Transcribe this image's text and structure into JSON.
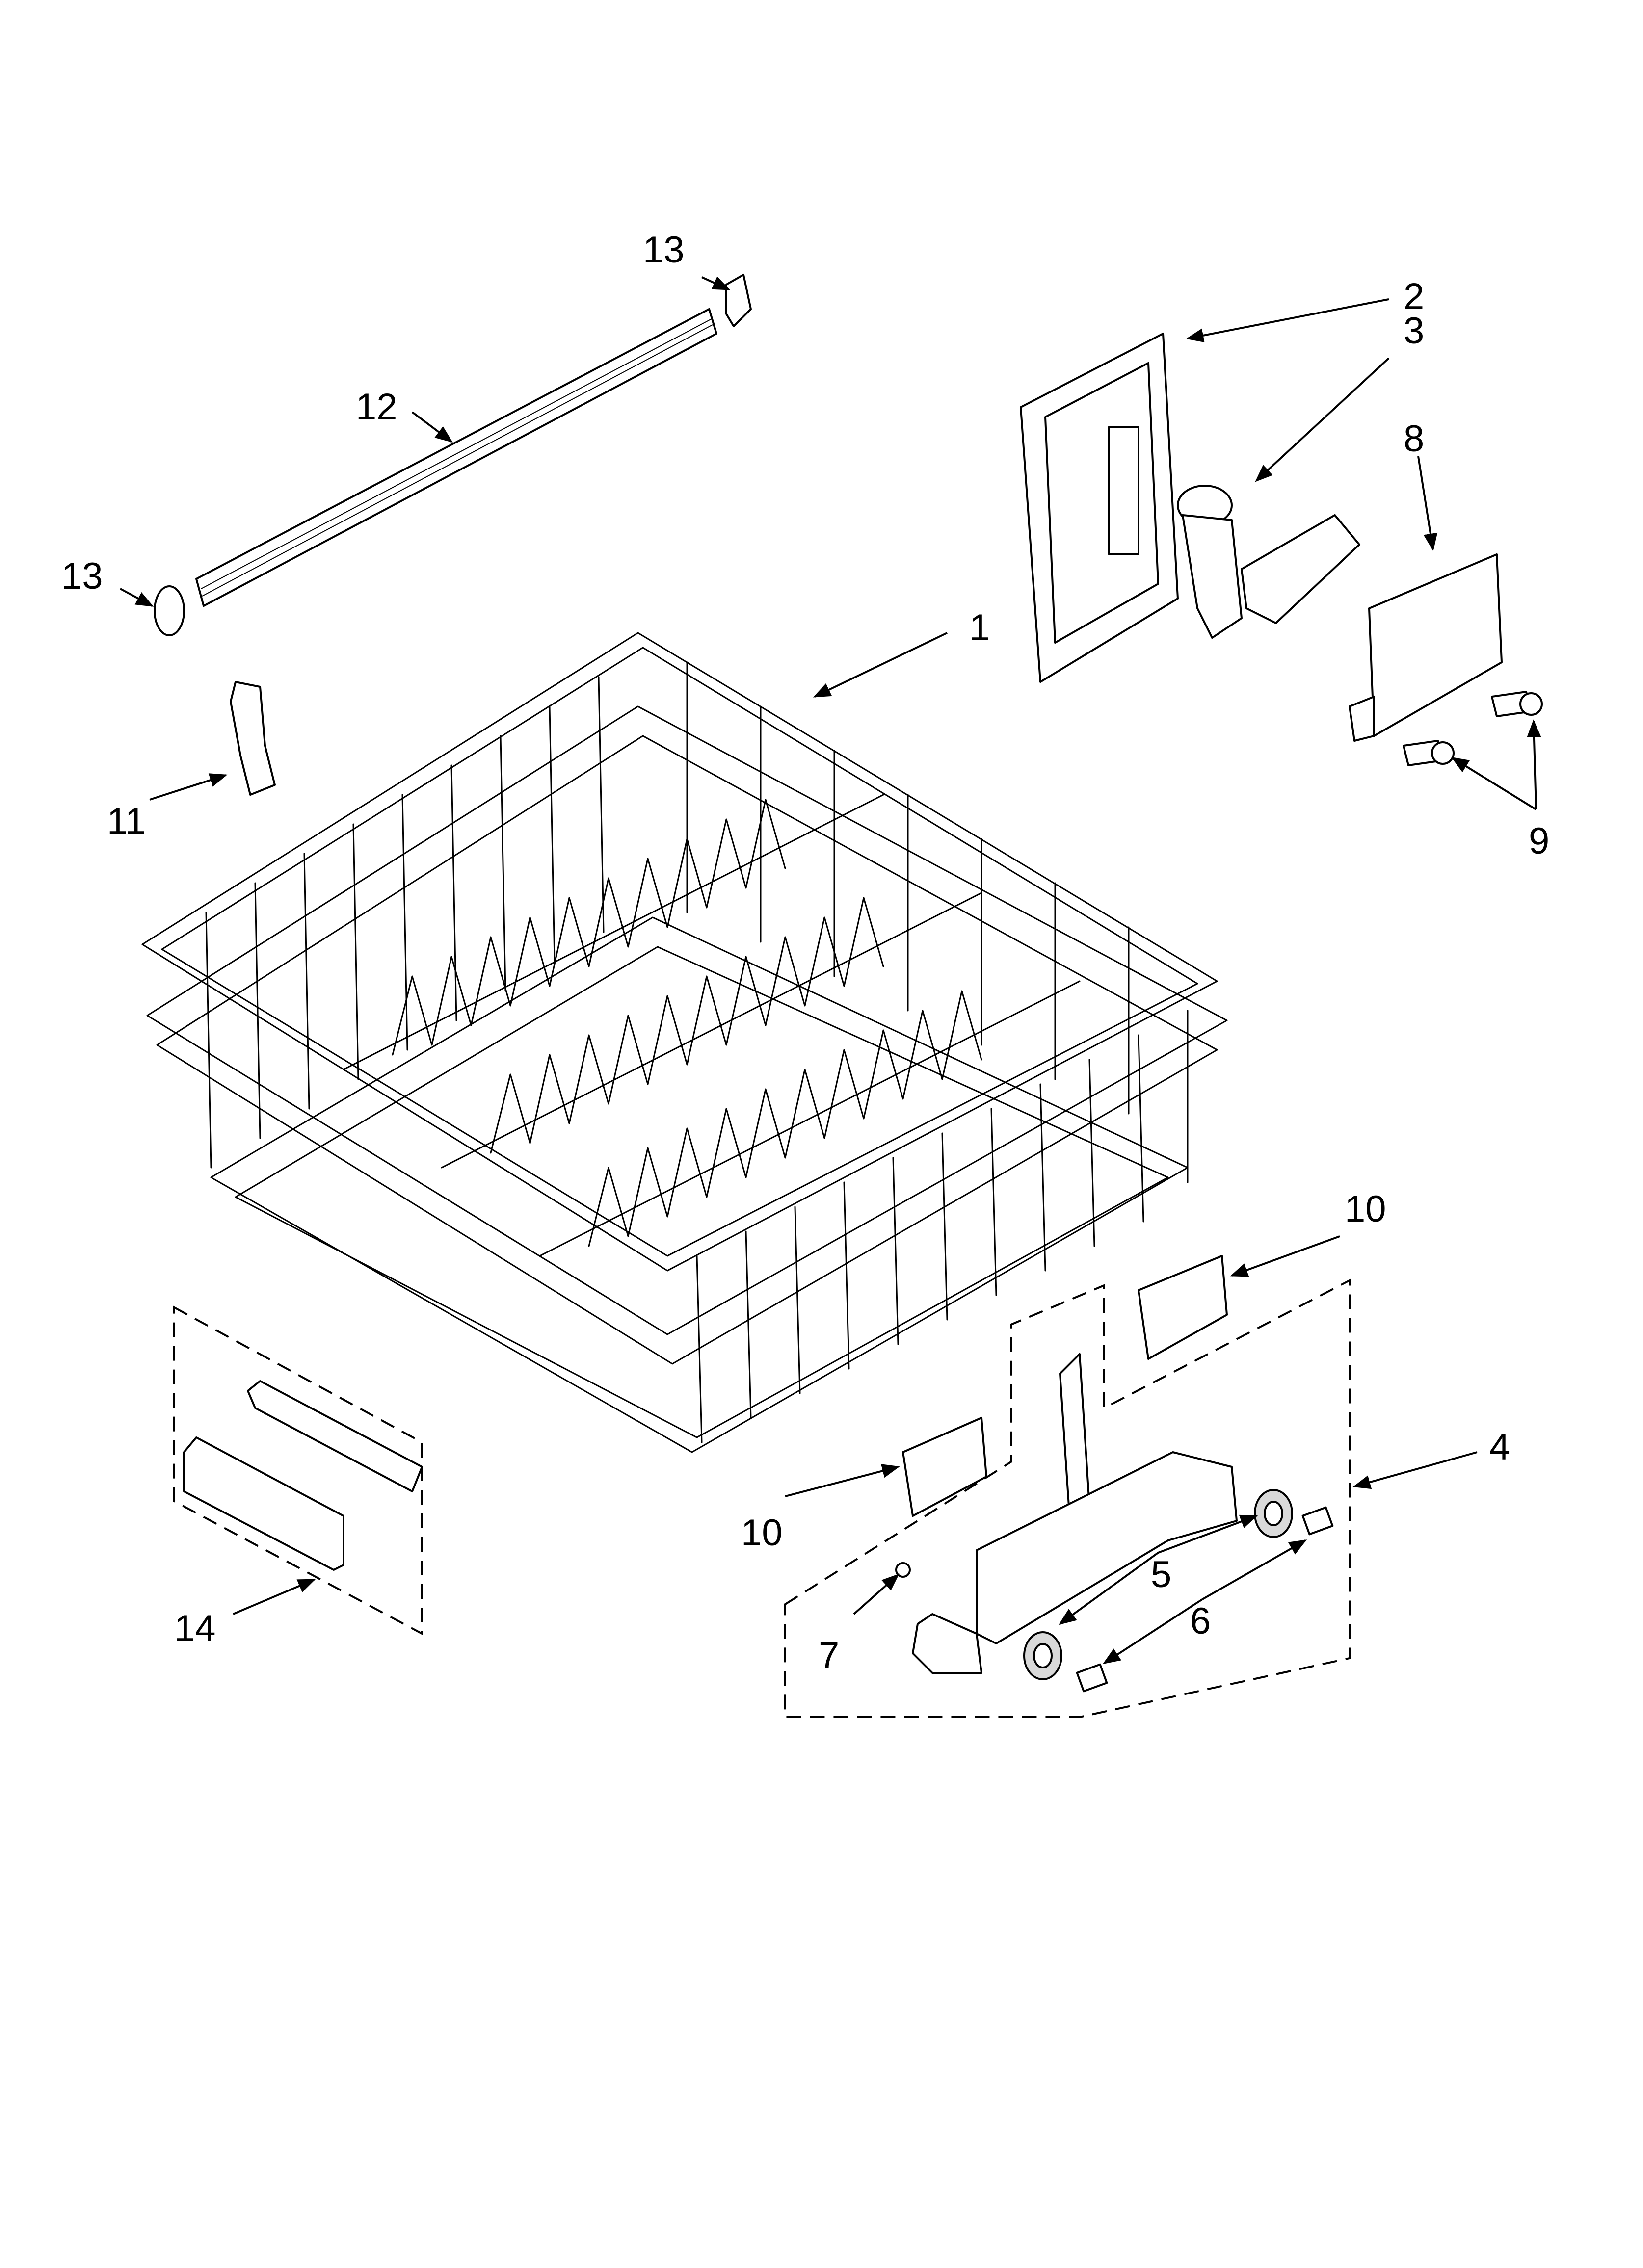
{
  "callouts": {
    "c1": "1",
    "c2": "2",
    "c3": "3",
    "c4": "4",
    "c5": "5",
    "c6": "6",
    "c7": "7",
    "c8": "8",
    "c9": "9",
    "c10a": "10",
    "c10b": "10",
    "c11": "11",
    "c12": "12",
    "c13a": "13",
    "c13b": "13",
    "c14": "14"
  }
}
